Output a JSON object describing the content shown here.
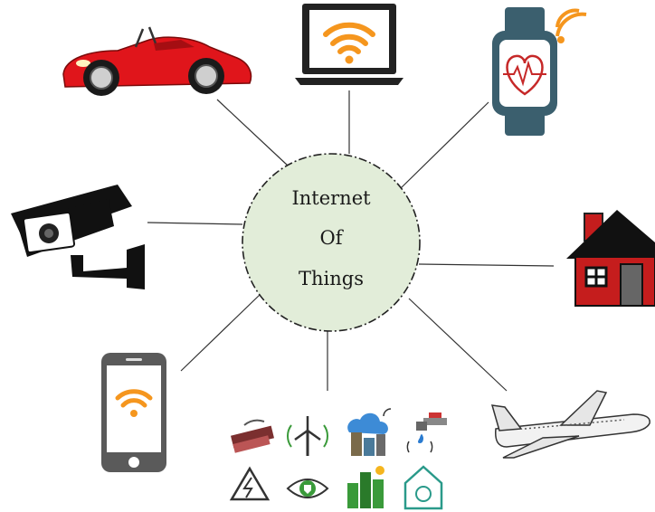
{
  "hub": {
    "lines": [
      "Internet",
      "Of",
      "Things"
    ],
    "fill": "#e2edd9",
    "stroke": "#222222"
  },
  "devices": [
    {
      "id": "sports-car",
      "icon": "sports-car-icon"
    },
    {
      "id": "laptop",
      "icon": "laptop-wifi-icon"
    },
    {
      "id": "smartwatch",
      "icon": "smartwatch-heartbeat-icon"
    },
    {
      "id": "security-camera",
      "icon": "security-camera-icon"
    },
    {
      "id": "house",
      "icon": "smart-home-icon"
    },
    {
      "id": "smartphone",
      "icon": "smartphone-wifi-icon"
    },
    {
      "id": "smart-city",
      "icon": "smart-city-icons-grid"
    },
    {
      "id": "airplane",
      "icon": "airplane-icon"
    }
  ],
  "colors": {
    "car_red": "#e0151b",
    "wifi_orange": "#f5961e",
    "watch_teal": "#3b5f6e",
    "house_red": "#c51d1d",
    "camera_black": "#111111",
    "phone_gray": "#5a5a5a",
    "connector": "#333333"
  }
}
